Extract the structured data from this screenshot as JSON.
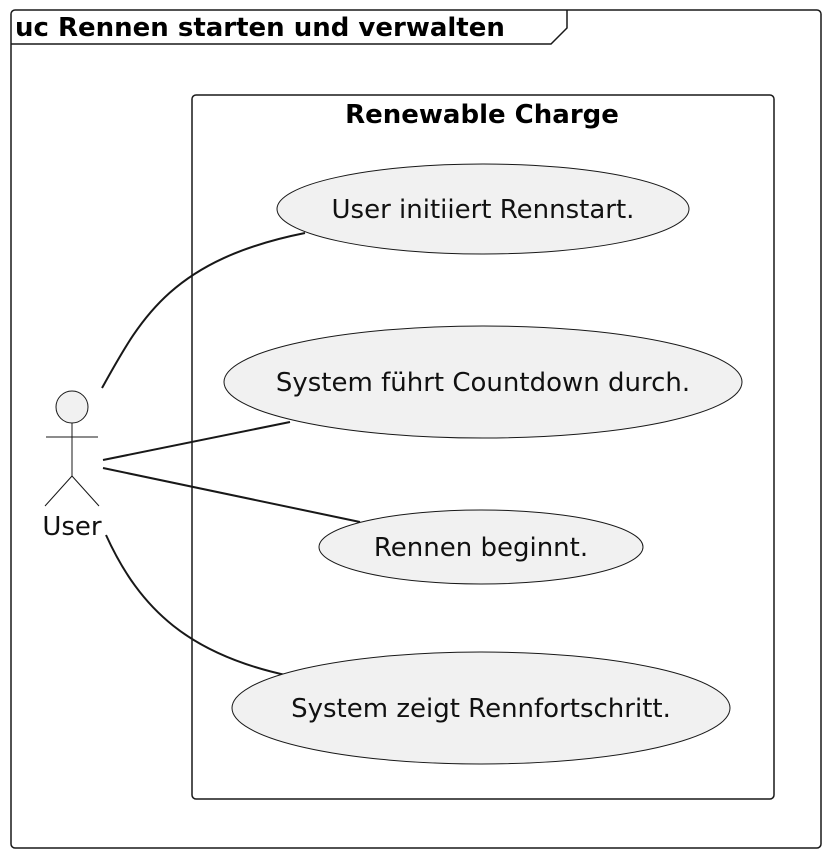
{
  "diagram": {
    "frame_title": "uc Rennen starten und verwalten",
    "system_title": "Renewable Charge",
    "actor": {
      "name": "User"
    },
    "use_cases": [
      {
        "label": "User initiiert Rennstart."
      },
      {
        "label": "System führt Countdown durch."
      },
      {
        "label": "Rennen beginnt."
      },
      {
        "label": "System zeigt Rennfortschritt."
      }
    ],
    "colors": {
      "ellipse_fill": "#f1f1f1",
      "stroke": "#181818",
      "background": "#ffffff"
    }
  }
}
